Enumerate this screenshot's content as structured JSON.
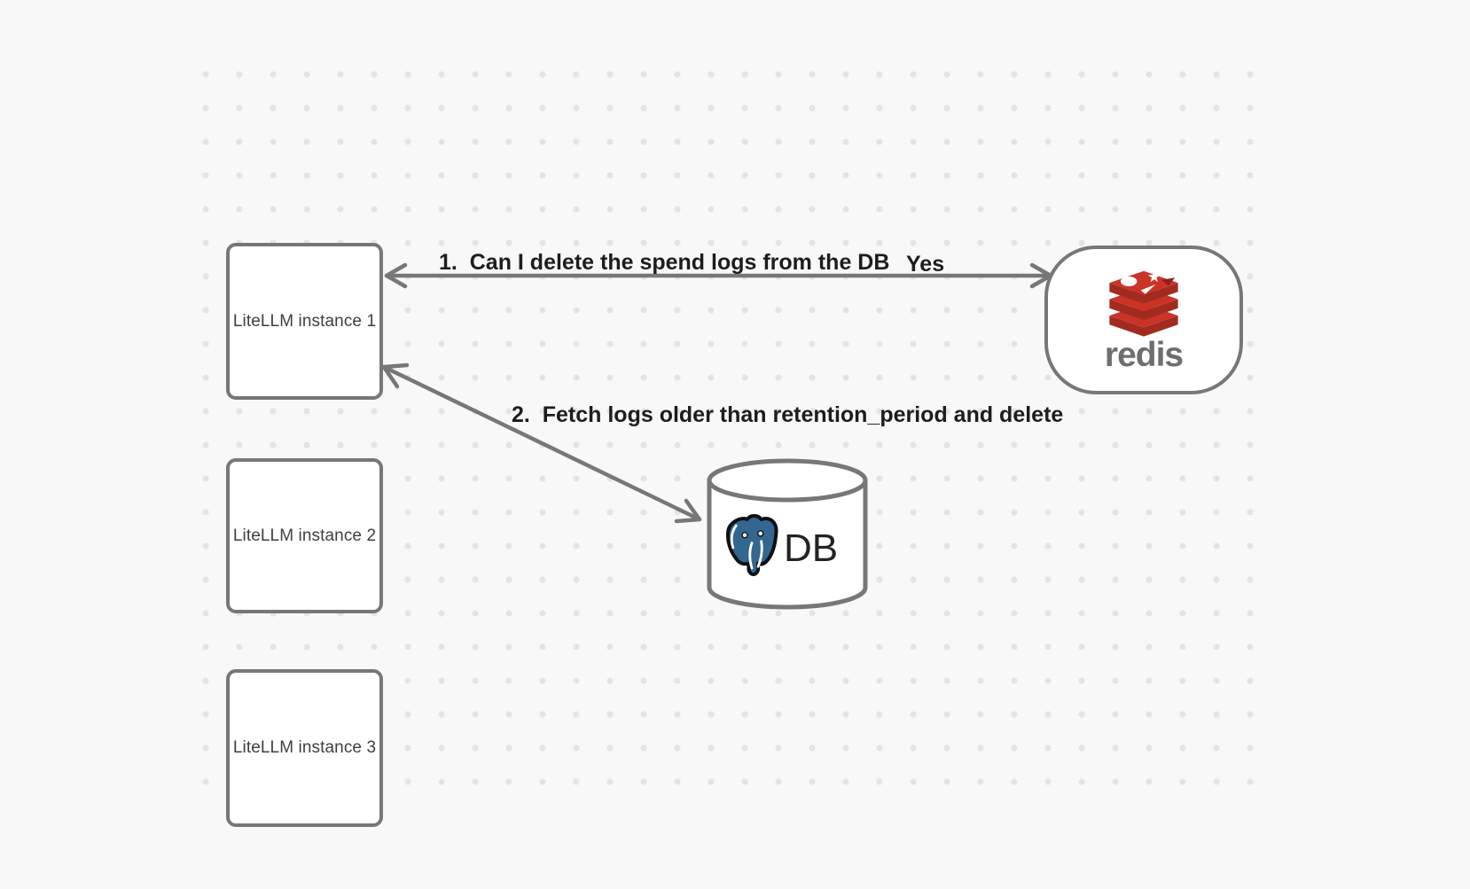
{
  "diagram": {
    "background_color": "#f8f8f8",
    "dot_grid_color": "#e4e4e4",
    "stroke_color": "#777777",
    "arrow_label_color": "#1d1d1d",
    "node_label_color": "#3f3f3f"
  },
  "nodes": {
    "litellm_instances": [
      {
        "label": "LiteLLM instance 1"
      },
      {
        "label": "LiteLLM instance 2"
      },
      {
        "label": "LiteLLM instance 3"
      }
    ],
    "redis": {
      "wordmark": "redis",
      "logo_icon": "redis-stack-icon",
      "brand_red": "#cc3327",
      "brand_dark_red": "#a22b20",
      "wordmark_color": "#6e6e6e"
    },
    "database": {
      "label": "DB",
      "logo_icon": "postgresql-elephant-icon",
      "postgres_blue": "#336791"
    }
  },
  "arrows": [
    {
      "label": "1.  Can I delete the spend logs from the DB",
      "reply": "Yes",
      "from": "LiteLLM instance 1",
      "to": "redis",
      "heads": "both-ends"
    },
    {
      "label": "2.  Fetch logs older than retention_period and delete",
      "from": "LiteLLM instance 1",
      "to": "DB",
      "heads": "both-ends"
    }
  ]
}
